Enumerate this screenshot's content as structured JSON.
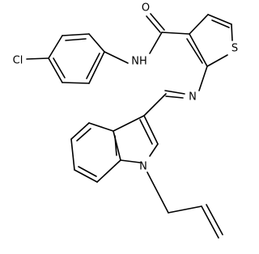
{
  "atoms": {
    "oxygen": "O",
    "sulfur": "S",
    "amide_nh": "NH",
    "chlorine": "Cl",
    "imine_n": "N",
    "indole_n": "N"
  }
}
